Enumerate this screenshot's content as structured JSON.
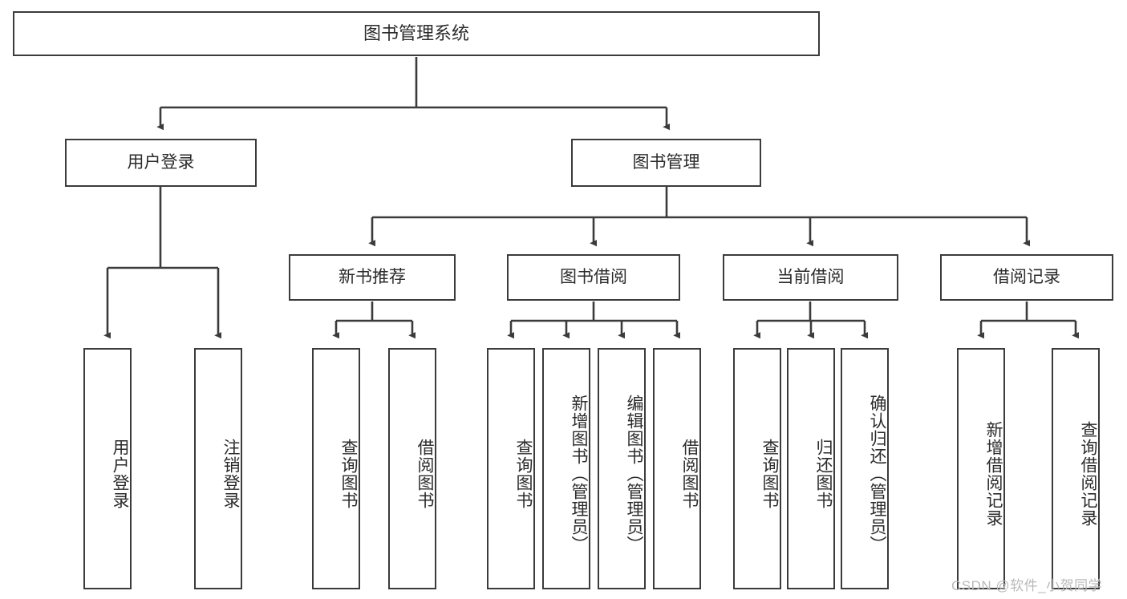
{
  "diagram": {
    "type": "tree-hierarchy-diagram",
    "title": "图书管理系统",
    "background_color": "#ffffff",
    "box_border_color": "#3b3b3b",
    "text_color": "#2b2b2b",
    "connector_color": "#3b3b3b"
  },
  "nodes": {
    "root": {
      "label": "图书管理系统",
      "level": 0
    },
    "level1": [
      {
        "id": "user-login",
        "label": "用户登录"
      },
      {
        "id": "book-management",
        "label": "图书管理"
      }
    ],
    "level2": [
      {
        "id": "new-book-recommend",
        "label": "新书推荐",
        "parent": "book-management"
      },
      {
        "id": "book-borrow",
        "label": "图书借阅",
        "parent": "book-management"
      },
      {
        "id": "current-borrow",
        "label": "当前借阅",
        "parent": "book-management"
      },
      {
        "id": "borrow-record",
        "label": "借阅记录",
        "parent": "book-management"
      }
    ],
    "leaves": {
      "user-login": [
        {
          "id": "leaf-user-login",
          "label": "用户登录"
        },
        {
          "id": "leaf-logout-login",
          "label": "注销登录"
        }
      ],
      "new-book-recommend": [
        {
          "id": "leaf-query-book-1",
          "label": "查询图书"
        },
        {
          "id": "leaf-borrow-book-1",
          "label": "借阅图书"
        }
      ],
      "book-borrow": [
        {
          "id": "leaf-query-book-2",
          "label": "查询图书"
        },
        {
          "id": "leaf-add-book",
          "label": "新增图书（管理员）"
        },
        {
          "id": "leaf-edit-book",
          "label": "编辑图书（管理员）"
        },
        {
          "id": "leaf-borrow-book-2",
          "label": "借阅图书"
        }
      ],
      "current-borrow": [
        {
          "id": "leaf-query-book-3",
          "label": "查询图书"
        },
        {
          "id": "leaf-return-book",
          "label": "归还图书"
        },
        {
          "id": "leaf-confirm-return",
          "label": "确认归还（管理员）"
        }
      ],
      "borrow-record": [
        {
          "id": "leaf-add-record",
          "label": "新增借阅记录"
        },
        {
          "id": "leaf-query-record",
          "label": "查询借阅记录"
        }
      ]
    }
  },
  "watermark": {
    "text": "CSDN @软件_小贺同学",
    "color": "#b9b9b9"
  }
}
